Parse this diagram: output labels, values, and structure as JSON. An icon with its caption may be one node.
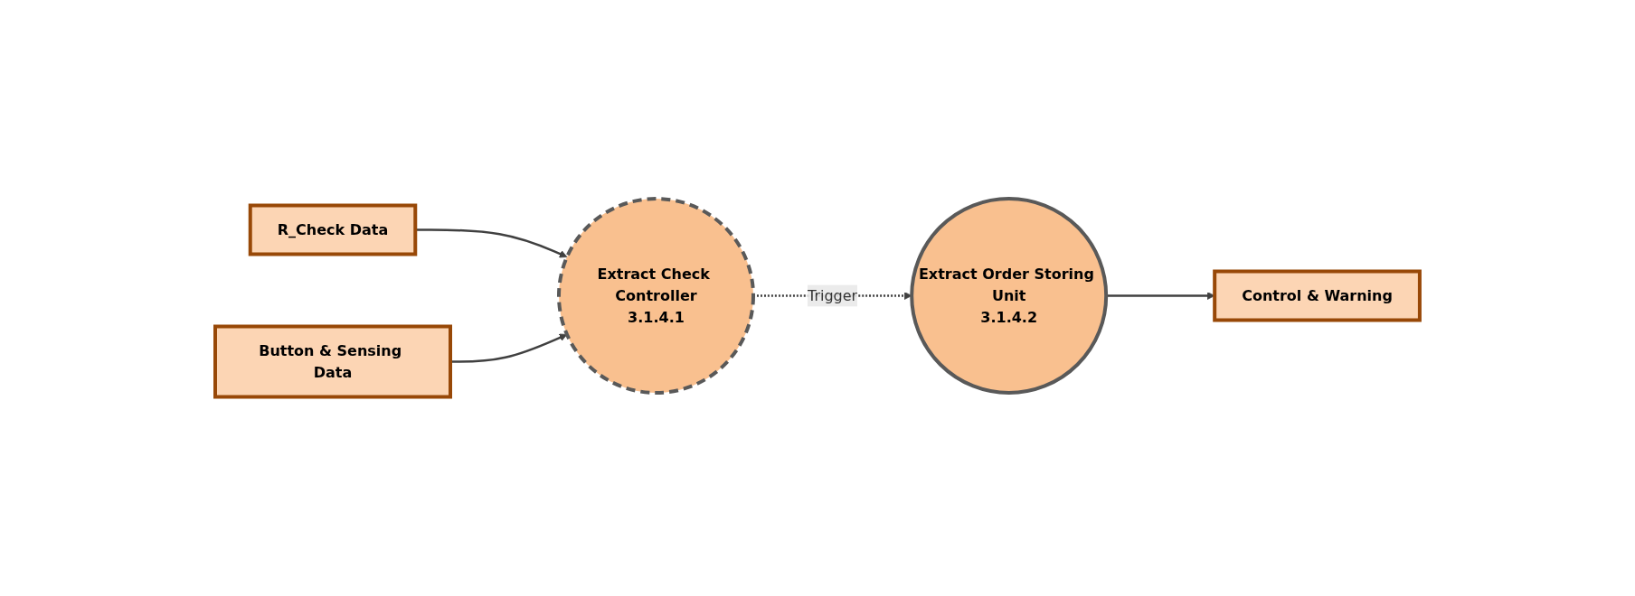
{
  "diagram": {
    "nodes": [
      {
        "text": [
          "R_Check Data"
        ]
      },
      {
        "text": [
          "Button & Sensing Data"
        ]
      },
      {
        "text": [
          "Extract Check Controller",
          "3.1.4.1"
        ]
      },
      {
        "text": [
          "Extract Order Storing Unit",
          "3.1.4.2"
        ]
      },
      {
        "text": [
          "Control & Warning"
        ]
      }
    ],
    "edges": [
      {
        "from": 0,
        "to": 2,
        "arrow": "to"
      },
      {
        "from": 1,
        "to": 2,
        "arrow": "to"
      },
      {
        "from": 2,
        "to": 3,
        "arrow": "to",
        "label": "Trigger",
        "style": "dashed"
      },
      {
        "from": 3,
        "to": 4,
        "arrow": "to"
      }
    ]
  }
}
